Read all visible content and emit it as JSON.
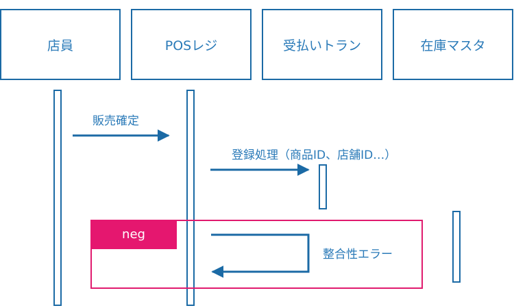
{
  "participants": [
    "店員",
    "POSレジ",
    "受払いトラン",
    "在庫マスタ"
  ],
  "messages": {
    "sale_confirm": "販売確定",
    "register_process": "登録処理（商品ID、店舗ID…）",
    "consistency_error": "整合性エラー"
  },
  "fragment": {
    "operator": "neg"
  },
  "colors": {
    "primary": "#1b6aa5",
    "fragment": "#e5176f"
  }
}
